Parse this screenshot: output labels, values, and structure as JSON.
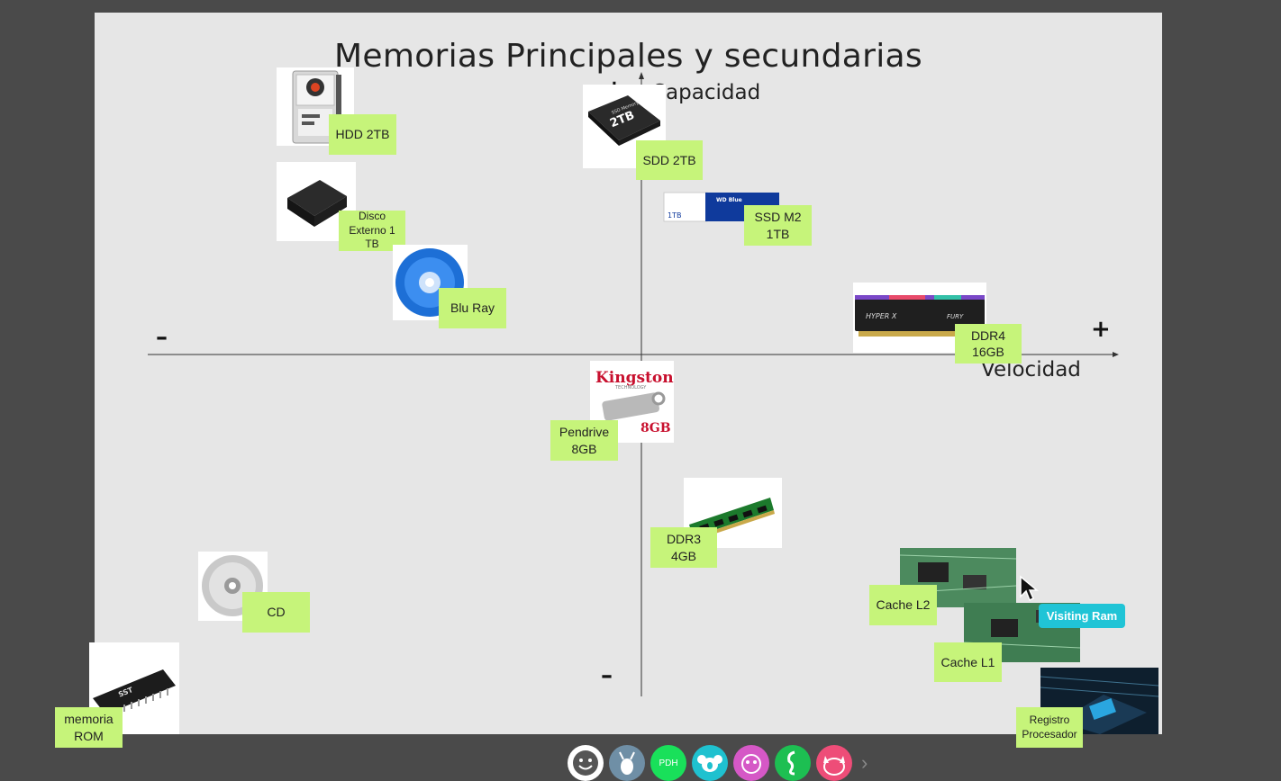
{
  "board": {
    "title": "Memorias Principales y secundarias",
    "y_axis_label": "Capacidad",
    "x_axis_label": "Velocidad",
    "plus_sign": "+",
    "minus_sign": "–"
  },
  "stickies": {
    "hdd": "HDD 2TB",
    "disco_externo": "Disco Externo 1 TB",
    "blu_ray": "Blu Ray",
    "sdd": "SDD 2TB",
    "ssd_m2": "SSD M2 1TB",
    "ddr4": "DDR4 16GB",
    "pendrive": "Pendrive 8GB",
    "ddr3": "DDR3 4GB",
    "cd": "CD",
    "memoria_rom": "memoria ROM",
    "cache_l2": "Cache L2",
    "cache_l1": "Cache L1",
    "registro": "Registro Procesador"
  },
  "image_text": {
    "ssd_capacity": "2TB",
    "ssd_brand": "SSD Memory",
    "m2_brand": "WD Blue",
    "m2_size": "1TB",
    "ram_brand": "HYPER X",
    "ram_model": "FURY",
    "kingston_brand": "Kingston",
    "kingston_sub": "TECHNOLOGY",
    "pendrive_size": "8GB",
    "rom_brand": "SST"
  },
  "cursor": {
    "label": "Visiting Ram",
    "color": "#20c4d6"
  },
  "toolbar": {
    "avatars": [
      {
        "name": "avatar-smiley",
        "label": "",
        "color": "#ffffff"
      },
      {
        "name": "avatar-deer",
        "label": "",
        "color": "#6f8fa6"
      },
      {
        "name": "avatar-pdh",
        "label": "PDH",
        "color": "#19e05a"
      },
      {
        "name": "avatar-koala",
        "label": "",
        "color": "#1fc1cf"
      },
      {
        "name": "avatar-monkey",
        "label": "",
        "color": "#d558c6"
      },
      {
        "name": "avatar-seahorse",
        "label": "",
        "color": "#1dbf52"
      },
      {
        "name": "avatar-cat",
        "label": "",
        "color": "#ee4d78"
      }
    ],
    "more_label": "›"
  },
  "colors": {
    "sticky": "#c6f47a",
    "board": "#e6e6e6",
    "frame": "#4a4a4a"
  }
}
